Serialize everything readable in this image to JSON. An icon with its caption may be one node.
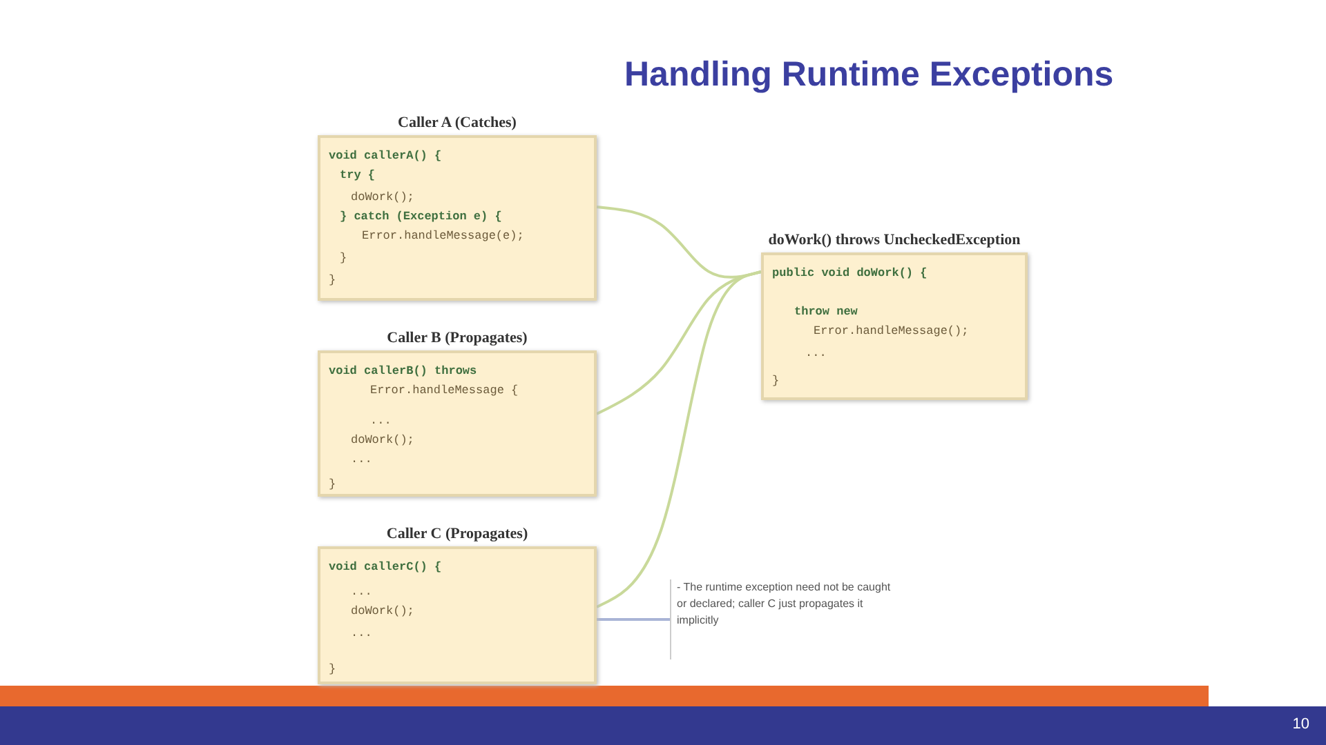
{
  "diagram": {
    "title": "Handling Runtime Exceptions",
    "nodes": [
      {
        "text": [
          "Caller A (Catches)",
          "void callerA() {",
          "try {",
          "doWork();",
          "} catch (Exception e) {",
          "Error.handleMessage(e);",
          "}",
          "}"
        ]
      },
      {
        "text": [
          "Caller B (Propagates)",
          "void callerB() throws",
          "Error.handleMessage {",
          "...",
          "doWork();",
          "...",
          "}"
        ]
      },
      {
        "text": [
          "Caller C (Propagates)",
          "void callerC() {",
          "...",
          "doWork();",
          "...",
          "}"
        ]
      },
      {
        "text": [
          "doWork() throws UncheckedException",
          "public void doWork() {",
          "throw new",
          "Error.handleMessage();",
          "...",
          "}"
        ]
      },
      {
        "text": [
          "- The runtime exception need not be caught or declared; caller C just propagates it implicitly"
        ]
      }
    ],
    "edges": [
      {
        "from": 0,
        "to": 3,
        "arrow": "none",
        "color": "#c9d99a"
      },
      {
        "from": 1,
        "to": 3,
        "arrow": "none",
        "color": "#c9d99a"
      },
      {
        "from": 2,
        "to": 3,
        "arrow": "none",
        "color": "#c9d99a"
      },
      {
        "from": 4,
        "to": 2,
        "arrow": "none",
        "color": "#a9b4d6"
      }
    ],
    "labels": [
      "10"
    ]
  }
}
